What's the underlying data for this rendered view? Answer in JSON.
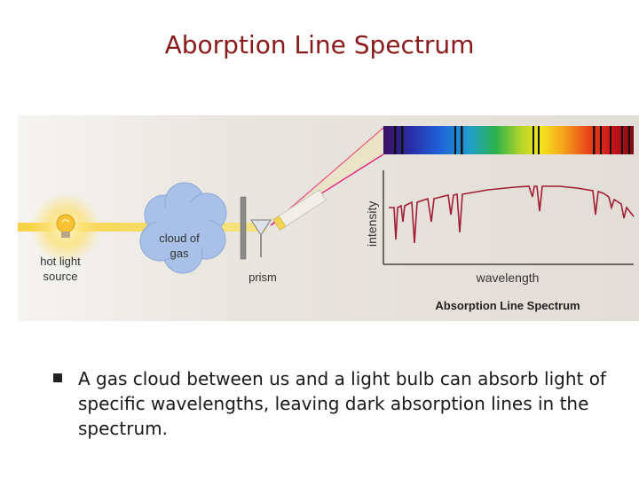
{
  "slide": {
    "title": "Aborption Line Spectrum"
  },
  "figure": {
    "labels": {
      "source": [
        "hot light",
        "source"
      ],
      "cloud": [
        "cloud of",
        "gas"
      ],
      "prism": "prism",
      "intensity": "intensity",
      "wavelength": "wavelength",
      "caption": "Absorption Line Spectrum"
    },
    "colors": {
      "beam": "#f7d23a",
      "cloud": "#a9c1e8",
      "ray": "#e0287f",
      "curve": "#a31d34",
      "panel_bg": "#e6e2dc"
    }
  },
  "bullet": {
    "text": "A gas cloud between us and a light bulb can absorb light of specific wavelengths, leaving dark absorption lines in the spectrum."
  }
}
